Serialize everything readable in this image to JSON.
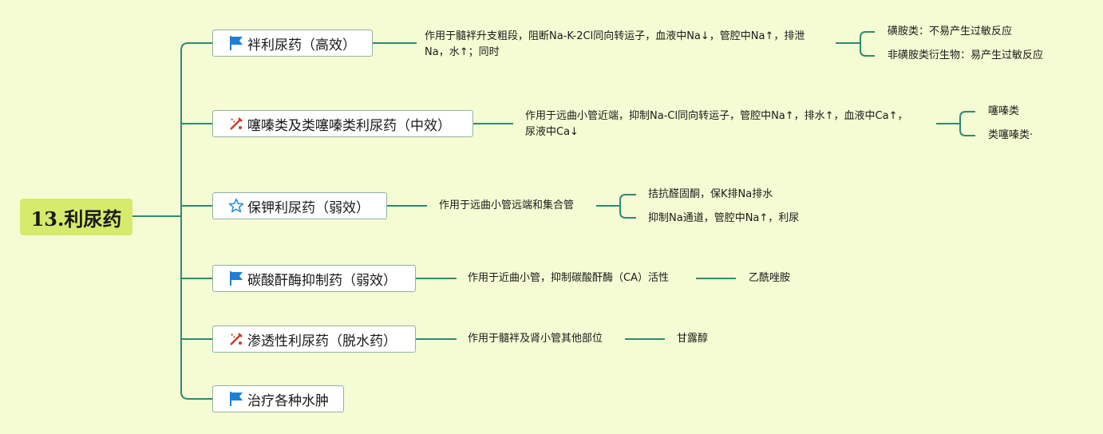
{
  "root": {
    "title": "13.利尿药"
  },
  "branches": [
    {
      "icon": "flag-icon",
      "label": "袢利尿药（高效）",
      "desc_line1": "作用于髓袢升支粗段，阻断Na-K-2Cl同向转运子，血液中Na↓，管腔中Na↑，排泄",
      "desc_line2": "Na，水↑；同时",
      "children": [
        "磺胺类：不易产生过敏反应",
        "非磺胺类衍生物：易产生过敏反应"
      ]
    },
    {
      "icon": "tools-icon",
      "label": "噻嗪类及类噻嗪类利尿药（中效）",
      "desc_line1": "作用于远曲小管近端，抑制Na-Cl同向转运子，管腔中Na↑，排水↑，血液中Ca↑，",
      "desc_line2": "尿液中Ca↓",
      "children": [
        "噻嗪类",
        "类噻嗪类·"
      ]
    },
    {
      "icon": "star-icon",
      "label": "保钾利尿药（弱效）",
      "desc": "作用于远曲小管远端和集合管",
      "children": [
        "拮抗醛固酮，保K排Na排水",
        "抑制Na通道，管腔中Na↑，利尿"
      ]
    },
    {
      "icon": "flag-icon",
      "label": "碳酸酐酶抑制药（弱效）",
      "desc": "作用于近曲小管，抑制碳酸酐酶（CA）活性",
      "children": [
        "乙酰唑胺"
      ]
    },
    {
      "icon": "tools-icon",
      "label": "渗透性利尿药（脱水药）",
      "desc": "作用于髓袢及肾小管其他部位",
      "children": [
        "甘露醇"
      ]
    },
    {
      "icon": "flag-icon",
      "label": "治疗各种水肿"
    }
  ],
  "colors": {
    "background": "#f5fbd2",
    "root": "#d6ea6c",
    "line": "#2e8a76",
    "flag": "#1d7fd4",
    "tools": "#d23a2a",
    "star": "#2f8fd6"
  }
}
